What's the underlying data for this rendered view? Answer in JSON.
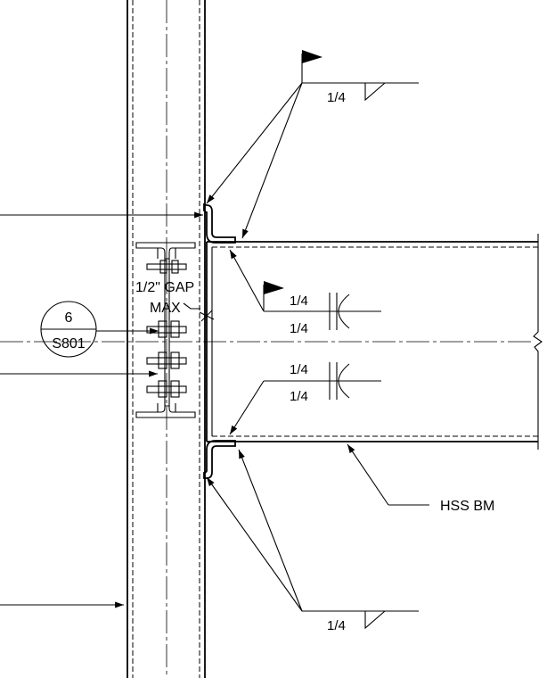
{
  "weld_symbols": {
    "top_size": "1/4",
    "mid_upper_top": "1/4",
    "mid_upper_bottom": "1/4",
    "mid_lower_top": "1/4",
    "mid_lower_bottom": "1/4",
    "bottom_size": "1/4"
  },
  "notes": {
    "gap_line1": "1/2\" GAP",
    "gap_line2": "MAX"
  },
  "section_callout": {
    "number": "6",
    "sheet": "S801"
  },
  "labels": {
    "beam": "HSS BM"
  }
}
